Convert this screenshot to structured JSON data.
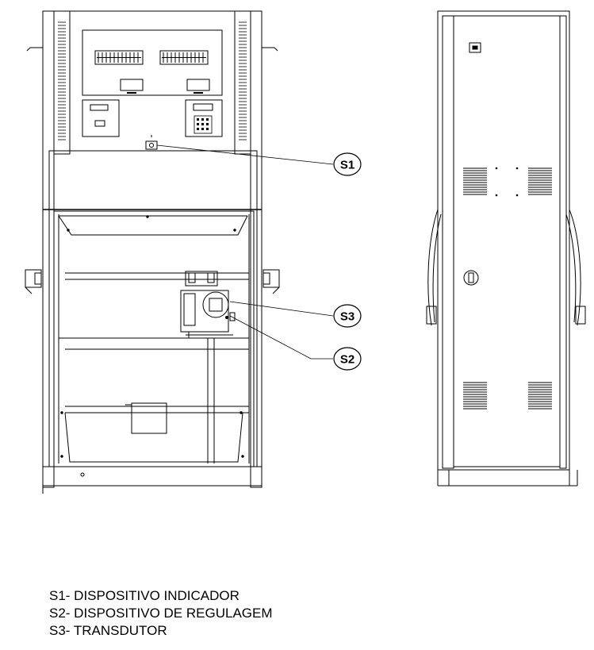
{
  "callouts": [
    {
      "id": "S1",
      "label": "S1"
    },
    {
      "id": "S3",
      "label": "S3"
    },
    {
      "id": "S2",
      "label": "S2"
    }
  ],
  "legend": [
    "S1- DISPOSITIVO INDICADOR",
    "S2- DISPOSITIVO DE REGULAGEM",
    "S3- TRANSDUTOR"
  ]
}
